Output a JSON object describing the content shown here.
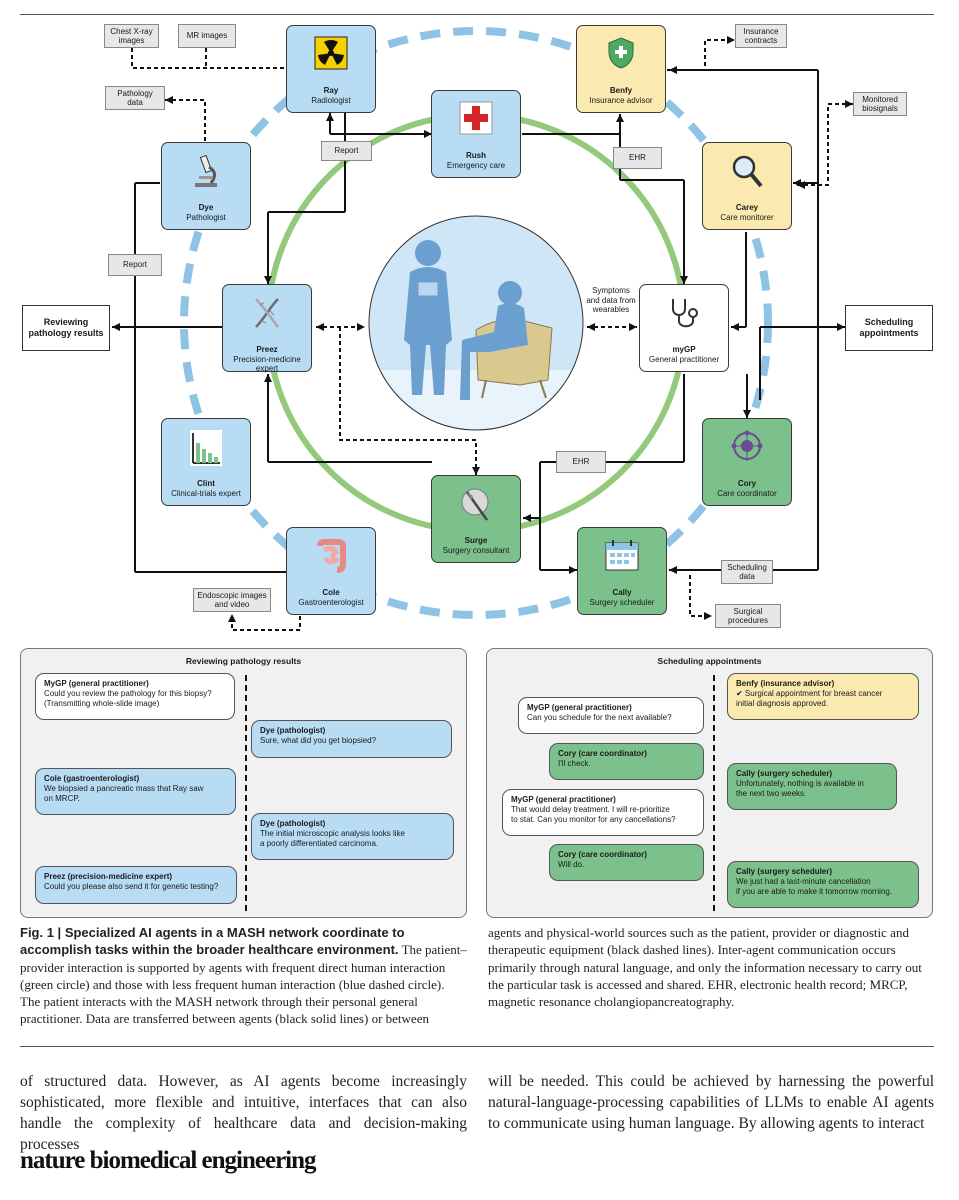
{
  "diagram": {
    "agents": {
      "ray": {
        "name": "Ray",
        "role": "Radiologist"
      },
      "rush": {
        "name": "Rush",
        "role": "Emergency care"
      },
      "benfy": {
        "name": "Benfy",
        "role": "Insurance advisor"
      },
      "dye": {
        "name": "Dye",
        "role": "Pathologist"
      },
      "carey": {
        "name": "Carey",
        "role": "Care monitorer"
      },
      "preez": {
        "name": "Preez",
        "role": "Precision-medicine expert"
      },
      "mygp": {
        "name": "myGP",
        "role": "General practitioner"
      },
      "clint": {
        "name": "Clint",
        "role": "Clinical-trials expert"
      },
      "cory": {
        "name": "Cory",
        "role": "Care coordinator"
      },
      "surge": {
        "name": "Surge",
        "role": "Surgery consultant"
      },
      "cole": {
        "name": "Cole",
        "role": "Gastroenterologist"
      },
      "cally": {
        "name": "Cally",
        "role": "Surgery scheduler"
      }
    },
    "data_sources": {
      "chest_xray": "Chest X-ray images",
      "mr": "MR images",
      "pathology": "Pathology data",
      "insurance": "Insurance contracts",
      "biosignals": "Monitored biosignals",
      "endoscopic": "Endoscopic images and video",
      "surgical": "Surgical procedures",
      "scheduling_data": "Scheduling data"
    },
    "edge_labels": {
      "report1": "Report",
      "report2": "Report",
      "ehr1": "EHR",
      "ehr2": "EHR",
      "symptoms": "Symptoms and data from wearables"
    },
    "sides": {
      "left": "Reviewing pathology results",
      "right": "Scheduling appointments"
    },
    "colors": {
      "blue_box": "#b7dcf4",
      "green_box": "#7cc18c",
      "yellow_box": "#fbeab0",
      "green_circle": "#93c97a",
      "blue_dashed_circle": "#8fc3e6"
    }
  },
  "left_panel": {
    "title": "Reviewing pathology results",
    "messages": [
      {
        "who": "MyGP (general practitioner)",
        "text": "Could you review the pathology for this biopsy?\n(Transmitting whole-slide image)"
      },
      {
        "who": "Dye (pathologist)",
        "text": "Sure, what did you get biopsied?"
      },
      {
        "who": "Cole (gastroenterologist)",
        "text": "We biopsied a pancreatic mass that Ray saw\non MRCP."
      },
      {
        "who": "Dye (pathologist)",
        "text": "The initial microscopic analysis looks like\na poorly differentiated carcinoma."
      },
      {
        "who": "Preez (precision-medicine expert)",
        "text": "Could you please also send it for genetic testing?"
      }
    ]
  },
  "right_panel": {
    "title": "Scheduling appointments",
    "messages": [
      {
        "who": "Benfy (insurance advisor)",
        "text": "✔ Surgical appointment for breast cancer\ninitial diagnosis approved."
      },
      {
        "who": "MyGP (general practitioner)",
        "text": "Can you schedule for the next available?"
      },
      {
        "who": "Cory (care coordinator)",
        "text": "I'll check."
      },
      {
        "who": "Cally (surgery scheduler)",
        "text": "Unfortunately, nothing is available in\nthe next two weeks."
      },
      {
        "who": "MyGP (general practitioner)",
        "text": "That would delay treatment. I will re-prioritize\nto stat. Can you monitor for any cancellations?"
      },
      {
        "who": "Cory (care coordinator)",
        "text": "Will do."
      },
      {
        "who": "Cally (surgery scheduler)",
        "text": "We just had a last-minute cancellation\nif you are able to make it tomorrow morning."
      }
    ]
  },
  "caption": {
    "label": "Fig. 1 | ",
    "title": "Specialized AI agents in a MASH network coordinate to accomplish tasks within the broader healthcare environment.",
    "col1": "The patient–provider interaction is supported by agents with frequent direct human interaction (green circle) and those with less frequent human interaction (blue dashed circle). The patient interacts with the MASH network through their personal general practitioner. Data are transferred between agents (black solid lines) or between",
    "col2": "agents and physical-world sources such as the patient, provider or diagnostic and therapeutic equipment (black dashed lines). Inter-agent communication occurs primarily through natural language, and only the information necessary to carry out the particular task is accessed and shared. EHR, electronic health record; MRCP, magnetic resonance cholangiopancreatography."
  },
  "body_text": {
    "col1": "of structured data. However, as AI agents become increasingly sophisticated, more flexible and intuitive, interfaces that can also handle the complexity of healthcare data and decision-making processes",
    "col2": "will be needed. This could be achieved by harnessing the powerful natural-language-processing capabilities of LLMs to enable AI agents to communicate using human language. By allowing agents to interact"
  },
  "journal": "nature biomedical engineering"
}
